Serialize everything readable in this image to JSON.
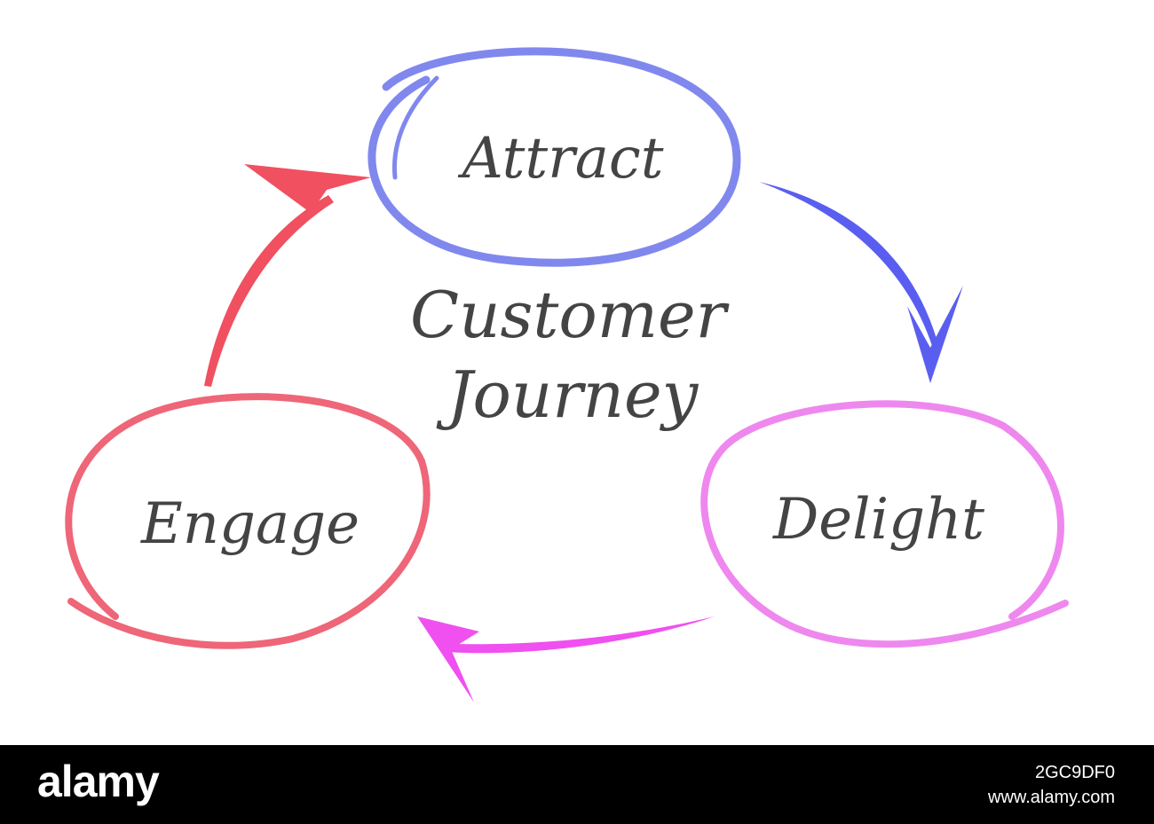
{
  "diagram": {
    "center_line_1": "Customer",
    "center_line_2": "Journey",
    "nodes": [
      {
        "id": "attract",
        "label": "Attract",
        "color": "#8088ee"
      },
      {
        "id": "delight",
        "label": "Delight",
        "color": "#ee88ee"
      },
      {
        "id": "engage",
        "label": "Engage",
        "color": "#ee6677"
      }
    ],
    "arrows": [
      {
        "from": "Attract",
        "to": "Delight",
        "color": "#5a5ef0"
      },
      {
        "from": "Delight",
        "to": "Engage",
        "color": "#f050f0"
      },
      {
        "from": "Engage",
        "to": "Attract",
        "color": "#f05060"
      }
    ]
  },
  "footer": {
    "brand": "alamy",
    "image_id": "2GC9DF0",
    "url": "www.alamy.com"
  }
}
